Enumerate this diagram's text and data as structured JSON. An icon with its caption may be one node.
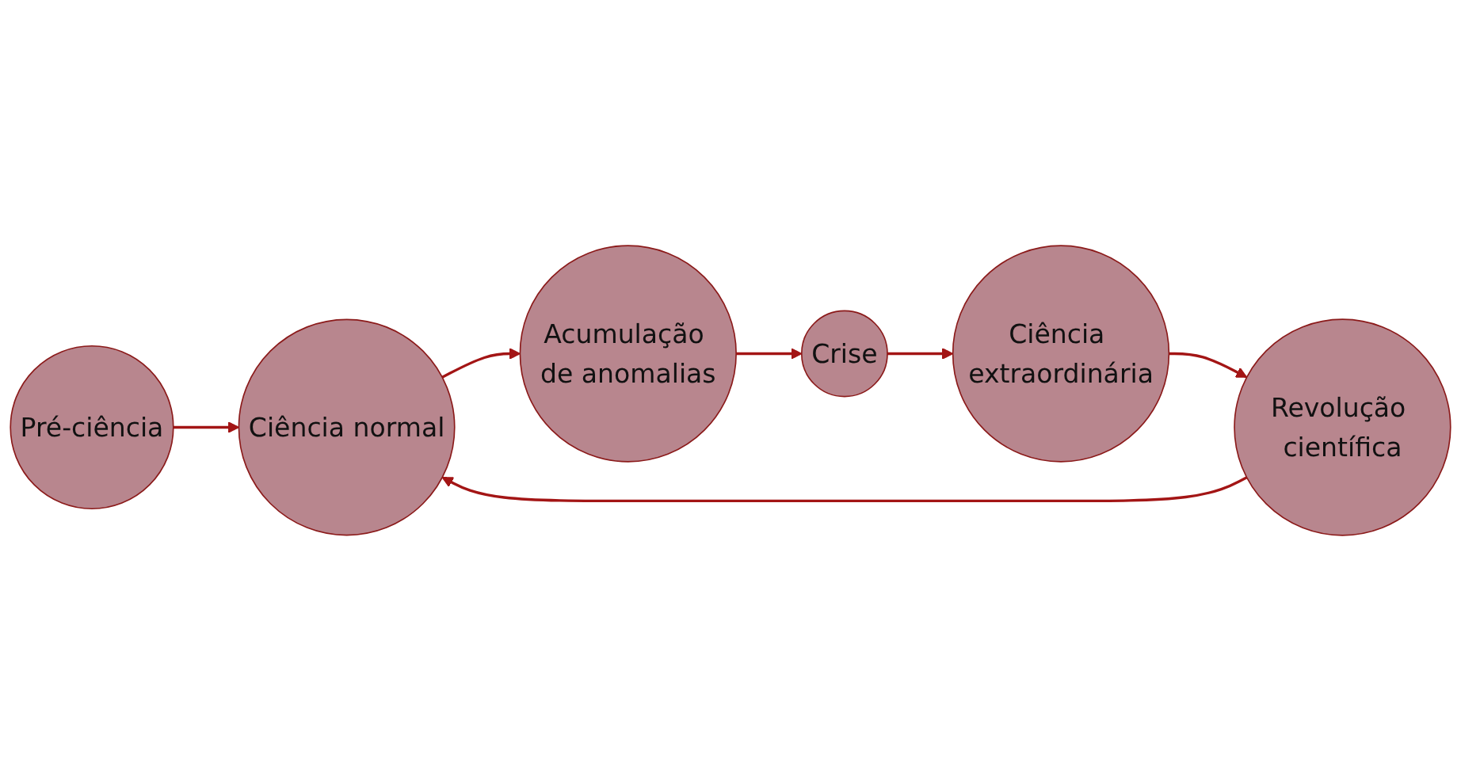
{
  "diagram": {
    "nodes": [
      {
        "text": [
          "Pré-ciência"
        ]
      },
      {
        "text": [
          "Ciência normal"
        ]
      },
      {
        "text": [
          "Acumulação de anomalias"
        ]
      },
      {
        "text": [
          "Crise"
        ]
      },
      {
        "text": [
          "Ciência extraordinária"
        ]
      },
      {
        "text": [
          "Revolução científica"
        ]
      }
    ],
    "edges": [
      {
        "from": 0,
        "to": 1,
        "arrow": "to"
      },
      {
        "from": 1,
        "to": 2,
        "arrow": "to"
      },
      {
        "from": 2,
        "to": 3,
        "arrow": "to"
      },
      {
        "from": 3,
        "to": 4,
        "arrow": "to"
      },
      {
        "from": 4,
        "to": 5,
        "arrow": "to"
      },
      {
        "from": 5,
        "to": 1,
        "arrow": "to"
      }
    ]
  }
}
